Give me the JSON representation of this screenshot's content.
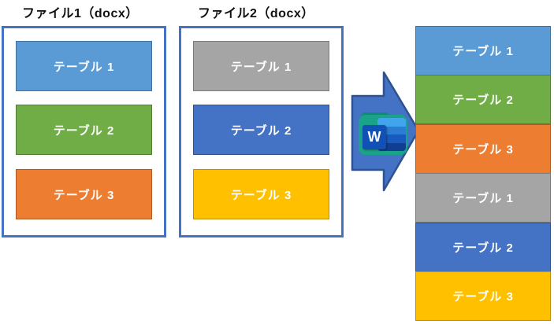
{
  "file1": {
    "title": "ファイル1（docx）",
    "tables": [
      {
        "label": "テーブル 1",
        "fill": "#5B9BD5",
        "border": "#41719C"
      },
      {
        "label": "テーブル 2",
        "fill": "#70AD47",
        "border": "#507E32"
      },
      {
        "label": "テーブル 3",
        "fill": "#ED7D31",
        "border": "#AE5A21"
      }
    ]
  },
  "file2": {
    "title": "ファイル2（docx）",
    "tables": [
      {
        "label": "テーブル 1",
        "fill": "#A5A5A5",
        "border": "#7B7B7B"
      },
      {
        "label": "テーブル 2",
        "fill": "#4472C4",
        "border": "#2F528F"
      },
      {
        "label": "テーブル 3",
        "fill": "#FFC000",
        "border": "#BF8F00"
      }
    ]
  },
  "arrow": {
    "fill": "#4472C4",
    "border": "#2F528F"
  },
  "word_icon": {
    "letter": "W",
    "backdrop": "#1AA38A",
    "folder_tab": "#0E8C74",
    "stripe1": "#41A5EE",
    "stripe2": "#2B7CD3",
    "stripe3": "#185ABD",
    "stripe4": "#103F91",
    "w_square": "#1150B4"
  },
  "merged": {
    "tables": [
      {
        "label": "テーブル 1",
        "fill": "#5B9BD5",
        "border": "#41719C"
      },
      {
        "label": "テーブル 2",
        "fill": "#70AD47",
        "border": "#507E32"
      },
      {
        "label": "テーブル 3",
        "fill": "#ED7D31",
        "border": "#AE5A21"
      },
      {
        "label": "テーブル 1",
        "fill": "#A5A5A5",
        "border": "#7B7B7B"
      },
      {
        "label": "テーブル 2",
        "fill": "#4472C4",
        "border": "#2F528F"
      },
      {
        "label": "テーブル 3",
        "fill": "#FFC000",
        "border": "#BF8F00"
      }
    ]
  },
  "container_border_color": "#4472C4"
}
